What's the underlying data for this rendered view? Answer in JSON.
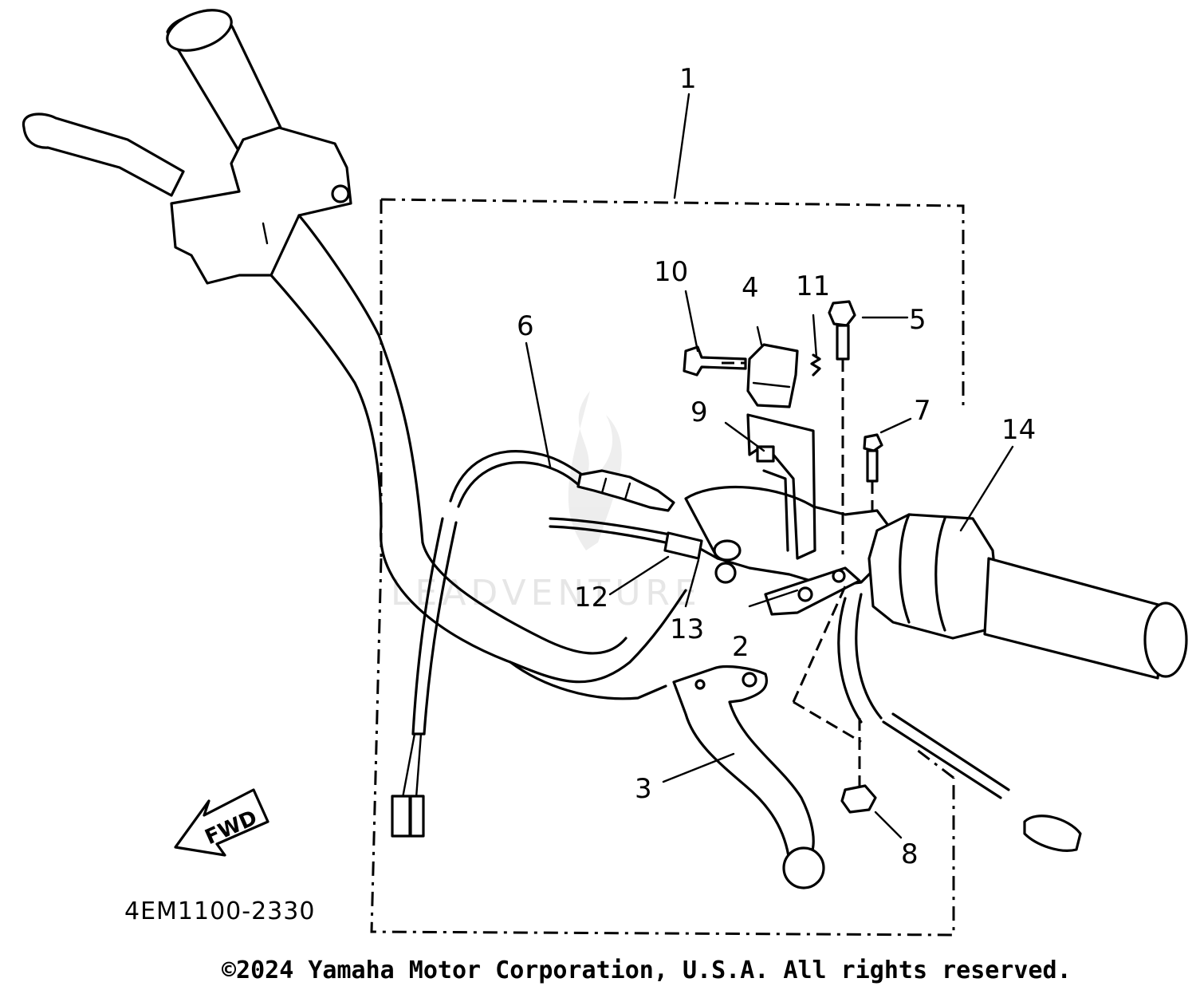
{
  "diagram": {
    "callouts": {
      "c1": "1",
      "c2": "2",
      "c3": "3",
      "c4": "4",
      "c5": "5",
      "c6": "6",
      "c7": "7",
      "c8": "8",
      "c9": "9",
      "c10": "10",
      "c11": "11",
      "c12": "12",
      "c13": "13",
      "c14": "14"
    },
    "direction_label": "FWD",
    "drawing_code": "4EM1100-2330",
    "watermark": "LEADVENTURE",
    "copyright": "©2024 Yamaha Motor Corporation, U.S.A. All rights reserved."
  }
}
